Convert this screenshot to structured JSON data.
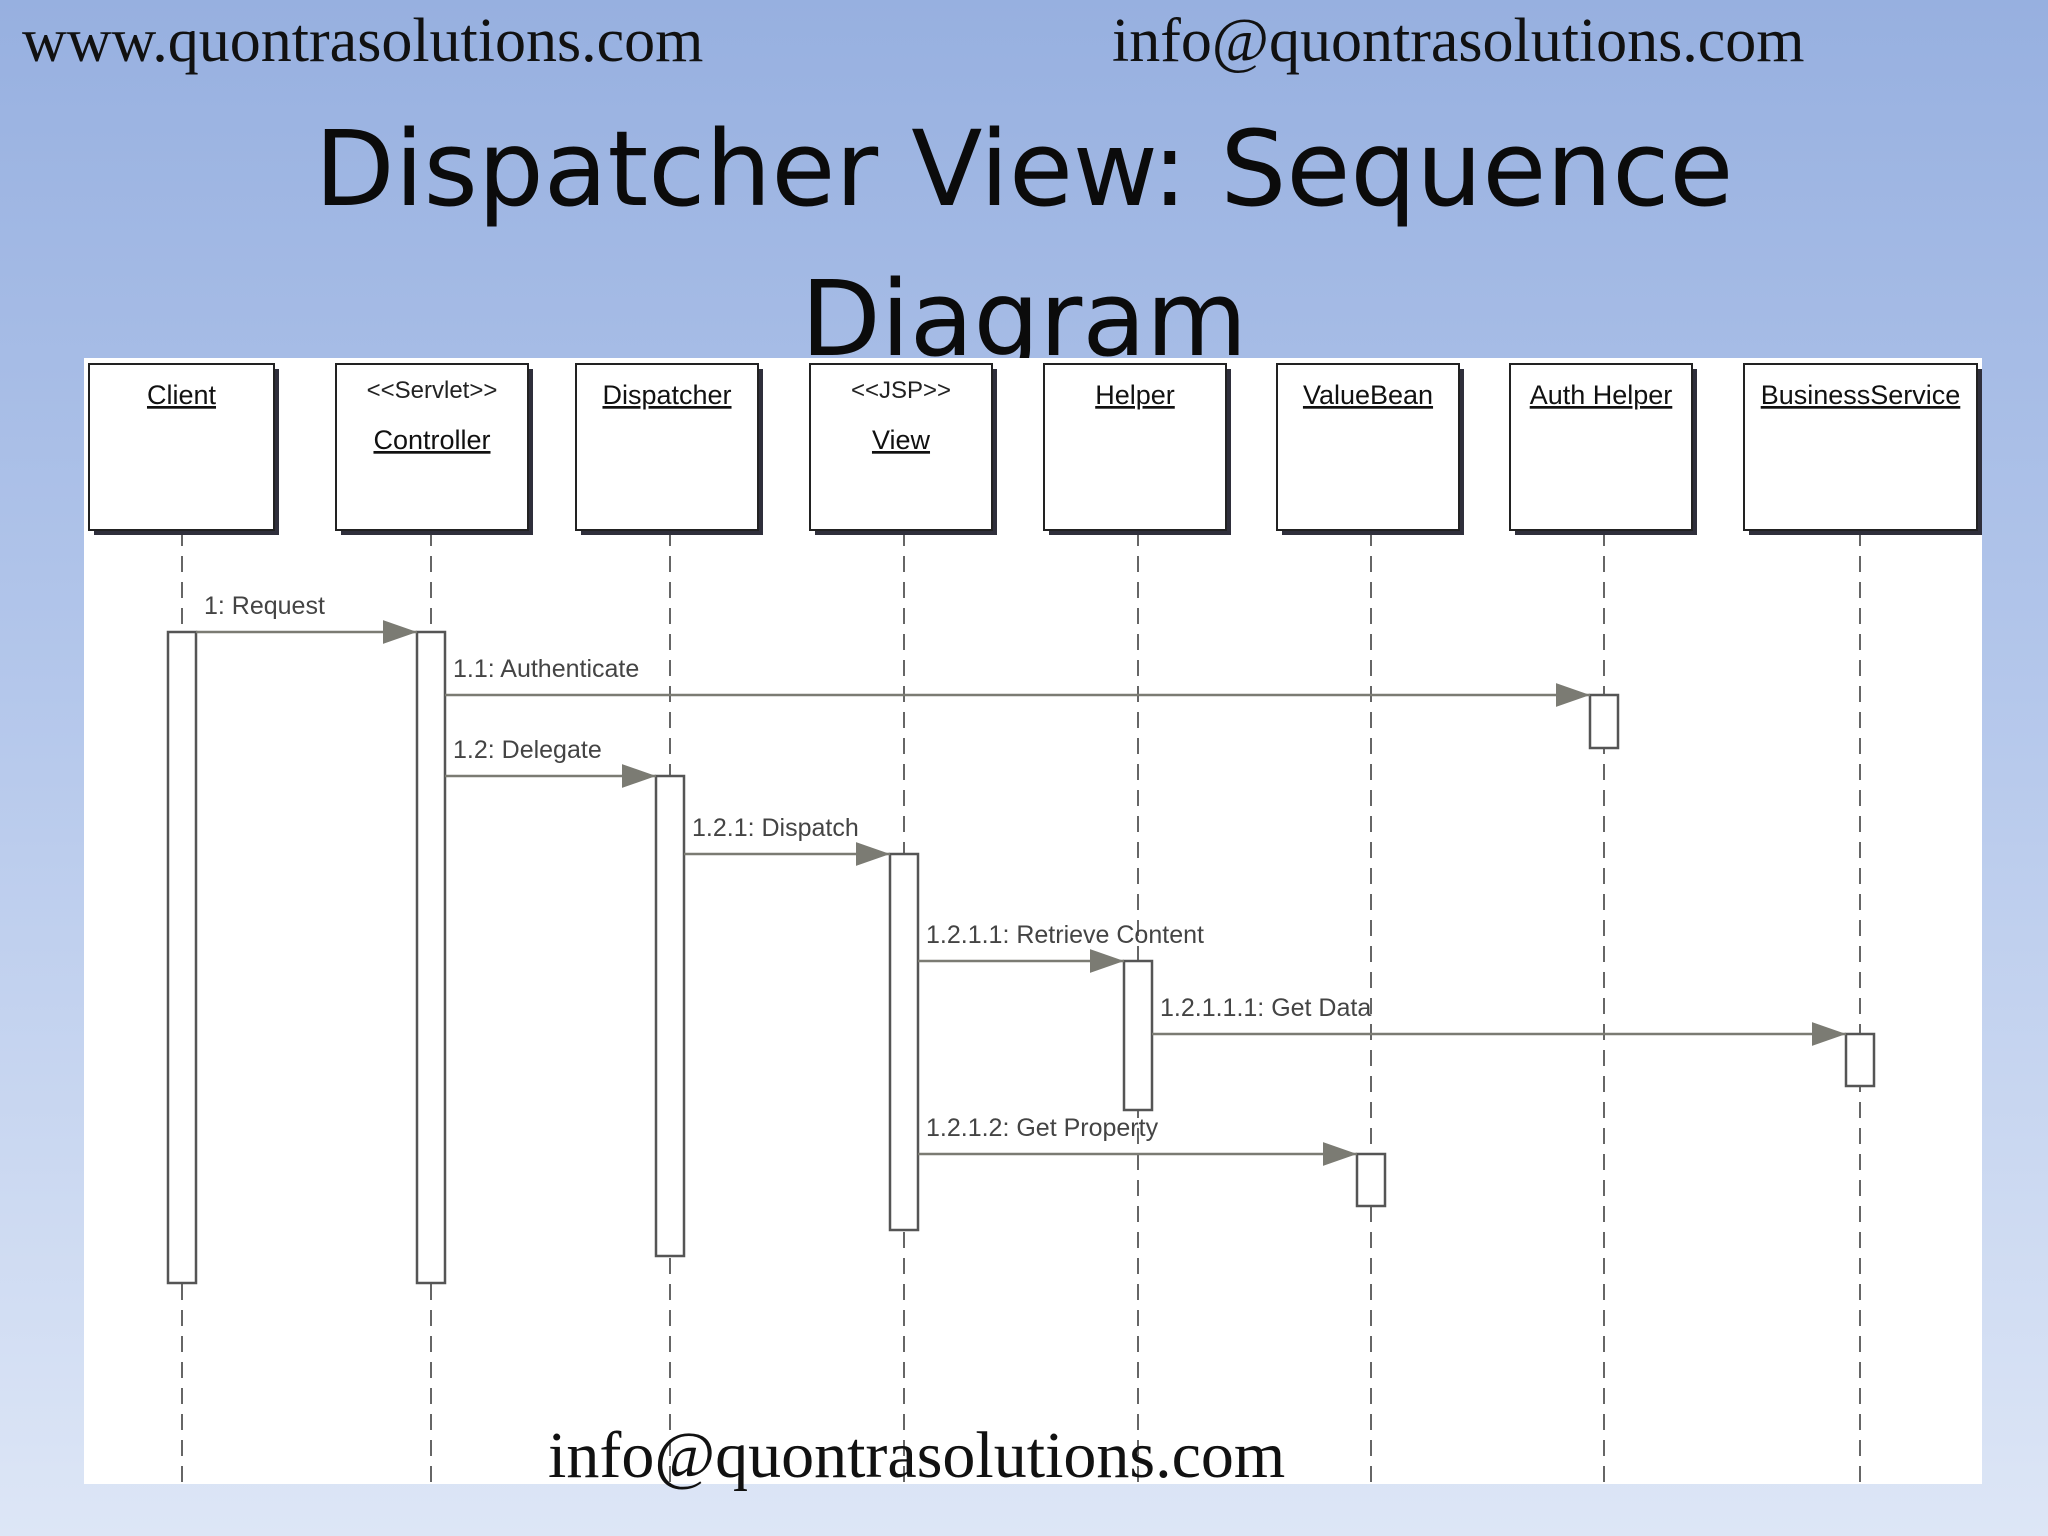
{
  "header": {
    "website": "www.quontrasolutions.com",
    "email": "info@quontrasolutions.com"
  },
  "title": {
    "line1": "Dispatcher View: Sequence",
    "line2": "Diagram"
  },
  "diagram": {
    "participants": [
      {
        "id": "client",
        "name": "Client"
      },
      {
        "id": "controller",
        "stereotype": "<<Servlet>>",
        "name": "Controller"
      },
      {
        "id": "dispatcher",
        "name": "Dispatcher"
      },
      {
        "id": "view",
        "stereotype": "<<JSP>>",
        "name": "View"
      },
      {
        "id": "helper",
        "name": "Helper"
      },
      {
        "id": "valuebean",
        "name": "ValueBean"
      },
      {
        "id": "authhelper",
        "name": "Auth Helper"
      },
      {
        "id": "businessservice",
        "name": "BusinessService"
      }
    ],
    "messages": [
      {
        "label": "1: Request",
        "from": "client",
        "to": "controller"
      },
      {
        "label": "1.1: Authenticate",
        "from": "controller",
        "to": "authhelper"
      },
      {
        "label": "1.2: Delegate",
        "from": "controller",
        "to": "dispatcher"
      },
      {
        "label": "1.2.1: Dispatch",
        "from": "dispatcher",
        "to": "view"
      },
      {
        "label": "1.2.1.1: Retrieve Content",
        "from": "view",
        "to": "helper"
      },
      {
        "label": "1.2.1.1.1: Get Data",
        "from": "helper",
        "to": "businessservice"
      },
      {
        "label": "1.2.1.2: Get Property",
        "from": "view",
        "to": "valuebean"
      }
    ]
  },
  "footer": {
    "email": "info@quontrasolutions.com"
  }
}
